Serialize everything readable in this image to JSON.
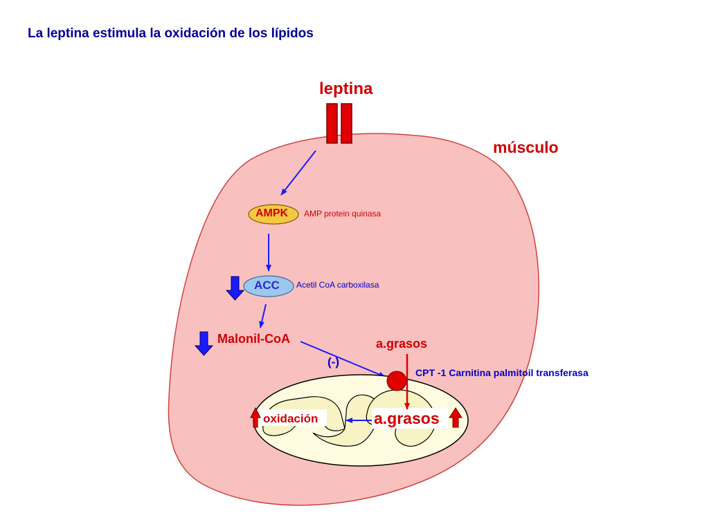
{
  "title": "La leptina estimula la oxidación de los lípidos",
  "hormone": "leptina",
  "tissue": "músculo",
  "enzymes": {
    "ampk": {
      "label": "AMPK",
      "description": "AMP protein quinasa"
    },
    "acc": {
      "label": "ACC",
      "description": "Acetil CoA carboxilasa"
    }
  },
  "metabolites": {
    "malonil": "Malonil-CoA",
    "fatty_acids_cytosol": "a.grasos",
    "fatty_acids_mito": "a.grasos",
    "oxidation": "oxidación"
  },
  "inhibition_label": "(-)",
  "transporter": "CPT -1 Carnitina palmitoil transferasa",
  "colors": {
    "cell_fill": "#f9c0c0",
    "mito_fill": "#fffbe0",
    "cristae_fill": "#f8f3c4",
    "red": "#e00000",
    "text_red": "#d00000",
    "arrow_blue": "#1a1aff",
    "text_blue": "#0000cc",
    "ampk_fill": "#f5c842",
    "acc_fill": "#9cc8f0"
  }
}
